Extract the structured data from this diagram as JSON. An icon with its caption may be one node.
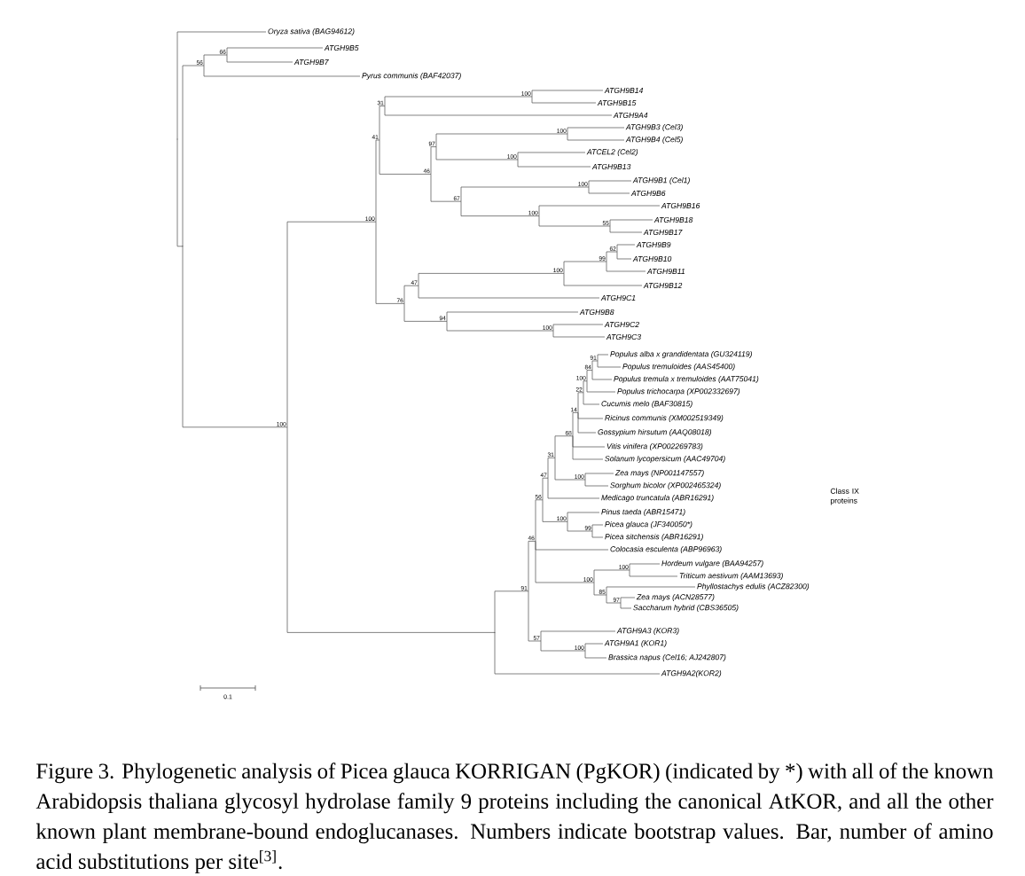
{
  "diagram": {
    "caption": "Figure 3. Phylogenetic analysis of Picea glauca KORRIGAN (PgKOR) (indicated by *) with all of the known Arabidopsis thaliana glycosyl hydrolase family 9 proteins including the canonical AtKOR, and all the other known plant membrane-bound endoglucanases. Numbers indicate bootstrap values. Bar, number of amino acid substitutions per site$^{[3]}$.",
    "nodes": [
      {
        "text": [],
        "shape": "point"
      },
      {
        "text": [
          "Oryza sativa (BAG94612)"
        ]
      },
      {
        "text": [],
        "shape": "point"
      },
      {
        "text": [
          "56"
        ]
      },
      {
        "text": [
          "66"
        ]
      },
      {
        "text": [
          "ATGH9B5"
        ]
      },
      {
        "text": [
          "ATGH9B7"
        ]
      },
      {
        "text": [
          "Pyrus communis (BAF42037)"
        ]
      },
      {
        "text": [
          "100"
        ]
      },
      {
        "text": [
          "100"
        ]
      },
      {
        "text": [
          "41"
        ]
      },
      {
        "text": [
          "31"
        ]
      },
      {
        "text": [
          "100"
        ]
      },
      {
        "text": [
          "ATGH9B14"
        ]
      },
      {
        "text": [
          "ATGH9B15"
        ]
      },
      {
        "text": [
          "ATGH9A4"
        ]
      },
      {
        "text": [
          "46"
        ]
      },
      {
        "text": [
          "97"
        ]
      },
      {
        "text": [
          "100"
        ]
      },
      {
        "text": [
          "ATGH9B3 (Cel3)"
        ]
      },
      {
        "text": [
          "ATGH9B4 (Cel5)"
        ]
      },
      {
        "text": [
          "100"
        ]
      },
      {
        "text": [
          "ATCEL2 (Cel2)"
        ]
      },
      {
        "text": [
          "ATGH9B13"
        ]
      },
      {
        "text": [
          "67"
        ]
      },
      {
        "text": [
          "100"
        ]
      },
      {
        "text": [
          "ATGH9B1 (Cel1)"
        ]
      },
      {
        "text": [
          "ATGH9B6"
        ]
      },
      {
        "text": [
          "100"
        ]
      },
      {
        "text": [
          "ATGH9B16"
        ]
      },
      {
        "text": [
          "55"
        ]
      },
      {
        "text": [
          "ATGH9B18"
        ]
      },
      {
        "text": [
          "ATGH9B17"
        ]
      },
      {
        "text": [
          "76"
        ]
      },
      {
        "text": [
          "47"
        ]
      },
      {
        "text": [
          "100"
        ]
      },
      {
        "text": [
          "99"
        ]
      },
      {
        "text": [
          "62"
        ]
      },
      {
        "text": [
          "ATGH9B9"
        ]
      },
      {
        "text": [
          "ATGH9B10"
        ]
      },
      {
        "text": [
          "ATGH9B11"
        ]
      },
      {
        "text": [
          "ATGH9B12"
        ]
      },
      {
        "text": [
          "ATGH9C1"
        ]
      },
      {
        "text": [
          "94"
        ]
      },
      {
        "text": [
          "ATGH9B8"
        ]
      },
      {
        "text": [
          "100"
        ]
      },
      {
        "text": [
          "ATGH9C2"
        ]
      },
      {
        "text": [
          "ATGH9C3"
        ]
      },
      {
        "text": [],
        "shape": "point"
      },
      {
        "text": [
          "91"
        ]
      },
      {
        "text": [
          "46"
        ]
      },
      {
        "text": [
          "56"
        ]
      },
      {
        "text": [
          "47"
        ]
      },
      {
        "text": [
          "31"
        ]
      },
      {
        "text": [
          "68"
        ]
      },
      {
        "text": [
          "14"
        ]
      },
      {
        "text": [
          "22"
        ]
      },
      {
        "text": [
          "100"
        ]
      },
      {
        "text": [
          "84"
        ]
      },
      {
        "text": [
          "91"
        ]
      },
      {
        "text": [
          "Populus alba x grandidentata (GU324119)"
        ]
      },
      {
        "text": [
          "Populus tremuloides (AAS45400)"
        ]
      },
      {
        "text": [
          "Populus tremula x tremuloides (AAT75041)"
        ]
      },
      {
        "text": [
          "Populus trichocarpa (XP002332697)"
        ]
      },
      {
        "text": [
          "Cucumis melo (BAF30815)"
        ]
      },
      {
        "text": [
          "Ricinus communis (XM002519349)"
        ]
      },
      {
        "text": [
          "Gossypium hirsutum (AAQ08018)"
        ]
      },
      {
        "text": [
          "Vitis vinifera (XP002269783)"
        ]
      },
      {
        "text": [
          "Solanum lycopersicum (AAC49704)"
        ]
      },
      {
        "text": [
          "100"
        ]
      },
      {
        "text": [
          "Zea mays (NP001147557)"
        ]
      },
      {
        "text": [
          "Sorghum bicolor (XP002465324)"
        ]
      },
      {
        "text": [
          "Medicago truncatula (ABR16291)"
        ]
      },
      {
        "text": [
          "100"
        ]
      },
      {
        "text": [
          "Pinus taeda (ABR15471)"
        ]
      },
      {
        "text": [
          "99"
        ]
      },
      {
        "text": [
          "Picea glauca (JF340050*)"
        ]
      },
      {
        "text": [
          "Picea sitchensis (ABR16291)"
        ]
      },
      {
        "text": [
          "Colocasia esculenta (ABP96963)"
        ]
      },
      {
        "text": [
          "100"
        ]
      },
      {
        "text": [
          "100"
        ]
      },
      {
        "text": [
          "Hordeum vulgare (BAA94257)"
        ]
      },
      {
        "text": [
          "Triticum aestivum (AAM13693)"
        ]
      },
      {
        "text": [
          "85"
        ]
      },
      {
        "text": [
          "Phyllostachys edulis (ACZ82300)"
        ]
      },
      {
        "text": [
          "97"
        ]
      },
      {
        "text": [
          "Zea mays (ACN28577)"
        ]
      },
      {
        "text": [
          "Saccharum hybrid (CBS36505)"
        ]
      },
      {
        "text": [
          "57"
        ]
      },
      {
        "text": [
          "ATGH9A3 (KOR3)"
        ]
      },
      {
        "text": [
          "100"
        ]
      },
      {
        "text": [
          "ATGH9A1 (KOR1)"
        ]
      },
      {
        "text": [
          "Brassica napus (Cel16; AJ242807)"
        ]
      },
      {
        "text": [
          "ATGH9A2(KOR2)"
        ]
      }
    ],
    "edges": [
      {
        "from": 0,
        "to": 1,
        "arrow": "none"
      },
      {
        "from": 0,
        "to": 2,
        "arrow": "none"
      },
      {
        "from": 2,
        "to": 3,
        "arrow": "none"
      },
      {
        "from": 2,
        "to": 8,
        "arrow": "none"
      },
      {
        "from": 3,
        "to": 4,
        "arrow": "none"
      },
      {
        "from": 3,
        "to": 7,
        "arrow": "none"
      },
      {
        "from": 4,
        "to": 5,
        "arrow": "none"
      },
      {
        "from": 4,
        "to": 6,
        "arrow": "none"
      },
      {
        "from": 8,
        "to": 9,
        "arrow": "none"
      },
      {
        "from": 8,
        "to": 48,
        "arrow": "none"
      },
      {
        "from": 9,
        "to": 10,
        "arrow": "none"
      },
      {
        "from": 9,
        "to": 33,
        "arrow": "none"
      },
      {
        "from": 10,
        "to": 11,
        "arrow": "none"
      },
      {
        "from": 10,
        "to": 16,
        "arrow": "none"
      },
      {
        "from": 11,
        "to": 12,
        "arrow": "none"
      },
      {
        "from": 11,
        "to": 15,
        "arrow": "none"
      },
      {
        "from": 12,
        "to": 13,
        "arrow": "none"
      },
      {
        "from": 12,
        "to": 14,
        "arrow": "none"
      },
      {
        "from": 16,
        "to": 17,
        "arrow": "none"
      },
      {
        "from": 16,
        "to": 24,
        "arrow": "none"
      },
      {
        "from": 17,
        "to": 18,
        "arrow": "none"
      },
      {
        "from": 17,
        "to": 21,
        "arrow": "none"
      },
      {
        "from": 18,
        "to": 19,
        "arrow": "none"
      },
      {
        "from": 18,
        "to": 20,
        "arrow": "none"
      },
      {
        "from": 21,
        "to": 22,
        "arrow": "none"
      },
      {
        "from": 21,
        "to": 23,
        "arrow": "none"
      },
      {
        "from": 24,
        "to": 25,
        "arrow": "none"
      },
      {
        "from": 24,
        "to": 28,
        "arrow": "none"
      },
      {
        "from": 25,
        "to": 26,
        "arrow": "none"
      },
      {
        "from": 25,
        "to": 27,
        "arrow": "none"
      },
      {
        "from": 28,
        "to": 29,
        "arrow": "none"
      },
      {
        "from": 28,
        "to": 30,
        "arrow": "none"
      },
      {
        "from": 30,
        "to": 31,
        "arrow": "none"
      },
      {
        "from": 30,
        "to": 32,
        "arrow": "none"
      },
      {
        "from": 33,
        "to": 34,
        "arrow": "none"
      },
      {
        "from": 33,
        "to": 43,
        "arrow": "none"
      },
      {
        "from": 34,
        "to": 35,
        "arrow": "none"
      },
      {
        "from": 34,
        "to": 42,
        "arrow": "none"
      },
      {
        "from": 35,
        "to": 36,
        "arrow": "none"
      },
      {
        "from": 35,
        "to": 41,
        "arrow": "none"
      },
      {
        "from": 36,
        "to": 37,
        "arrow": "none"
      },
      {
        "from": 36,
        "to": 40,
        "arrow": "none"
      },
      {
        "from": 37,
        "to": 38,
        "arrow": "none"
      },
      {
        "from": 37,
        "to": 39,
        "arrow": "none"
      },
      {
        "from": 43,
        "to": 44,
        "arrow": "none"
      },
      {
        "from": 43,
        "to": 45,
        "arrow": "none"
      },
      {
        "from": 45,
        "to": 46,
        "arrow": "none"
      },
      {
        "from": 45,
        "to": 47,
        "arrow": "none"
      },
      {
        "from": 48,
        "to": 49,
        "arrow": "none"
      },
      {
        "from": 48,
        "to": 93,
        "arrow": "none"
      },
      {
        "from": 49,
        "to": 50,
        "arrow": "none"
      },
      {
        "from": 49,
        "to": 88,
        "arrow": "none"
      },
      {
        "from": 50,
        "to": 51,
        "arrow": "none"
      },
      {
        "from": 50,
        "to": 78,
        "arrow": "none"
      },
      {
        "from": 50,
        "to": 79,
        "arrow": "none"
      },
      {
        "from": 51,
        "to": 52,
        "arrow": "none"
      },
      {
        "from": 51,
        "to": 73,
        "arrow": "none"
      },
      {
        "from": 52,
        "to": 53,
        "arrow": "none"
      },
      {
        "from": 52,
        "to": 72,
        "arrow": "none"
      },
      {
        "from": 53,
        "to": 54,
        "arrow": "none"
      },
      {
        "from": 53,
        "to": 69,
        "arrow": "none"
      },
      {
        "from": 54,
        "to": 55,
        "arrow": "none"
      },
      {
        "from": 54,
        "to": 67,
        "arrow": "none"
      },
      {
        "from": 54,
        "to": 68,
        "arrow": "none"
      },
      {
        "from": 55,
        "to": 56,
        "arrow": "none"
      },
      {
        "from": 55,
        "to": 65,
        "arrow": "none"
      },
      {
        "from": 55,
        "to": 66,
        "arrow": "none"
      },
      {
        "from": 56,
        "to": 57,
        "arrow": "none"
      },
      {
        "from": 56,
        "to": 64,
        "arrow": "none"
      },
      {
        "from": 57,
        "to": 58,
        "arrow": "none"
      },
      {
        "from": 57,
        "to": 63,
        "arrow": "none"
      },
      {
        "from": 58,
        "to": 59,
        "arrow": "none"
      },
      {
        "from": 58,
        "to": 62,
        "arrow": "none"
      },
      {
        "from": 59,
        "to": 60,
        "arrow": "none"
      },
      {
        "from": 59,
        "to": 61,
        "arrow": "none"
      },
      {
        "from": 69,
        "to": 70,
        "arrow": "none"
      },
      {
        "from": 69,
        "to": 71,
        "arrow": "none"
      },
      {
        "from": 73,
        "to": 74,
        "arrow": "none"
      },
      {
        "from": 73,
        "to": 75,
        "arrow": "none"
      },
      {
        "from": 75,
        "to": 76,
        "arrow": "none"
      },
      {
        "from": 75,
        "to": 77,
        "arrow": "none"
      },
      {
        "from": 79,
        "to": 80,
        "arrow": "none"
      },
      {
        "from": 79,
        "to": 83,
        "arrow": "none"
      },
      {
        "from": 80,
        "to": 81,
        "arrow": "none"
      },
      {
        "from": 80,
        "to": 82,
        "arrow": "none"
      },
      {
        "from": 83,
        "to": 84,
        "arrow": "none"
      },
      {
        "from": 83,
        "to": 85,
        "arrow": "none"
      },
      {
        "from": 85,
        "to": 86,
        "arrow": "none"
      },
      {
        "from": 85,
        "to": 87,
        "arrow": "none"
      },
      {
        "from": 88,
        "to": 89,
        "arrow": "none"
      },
      {
        "from": 88,
        "to": 90,
        "arrow": "none"
      },
      {
        "from": 90,
        "to": 91,
        "arrow": "none"
      },
      {
        "from": 90,
        "to": 92,
        "arrow": "none"
      }
    ],
    "labels": [
      "Class IX proteins",
      "0.1"
    ]
  }
}
